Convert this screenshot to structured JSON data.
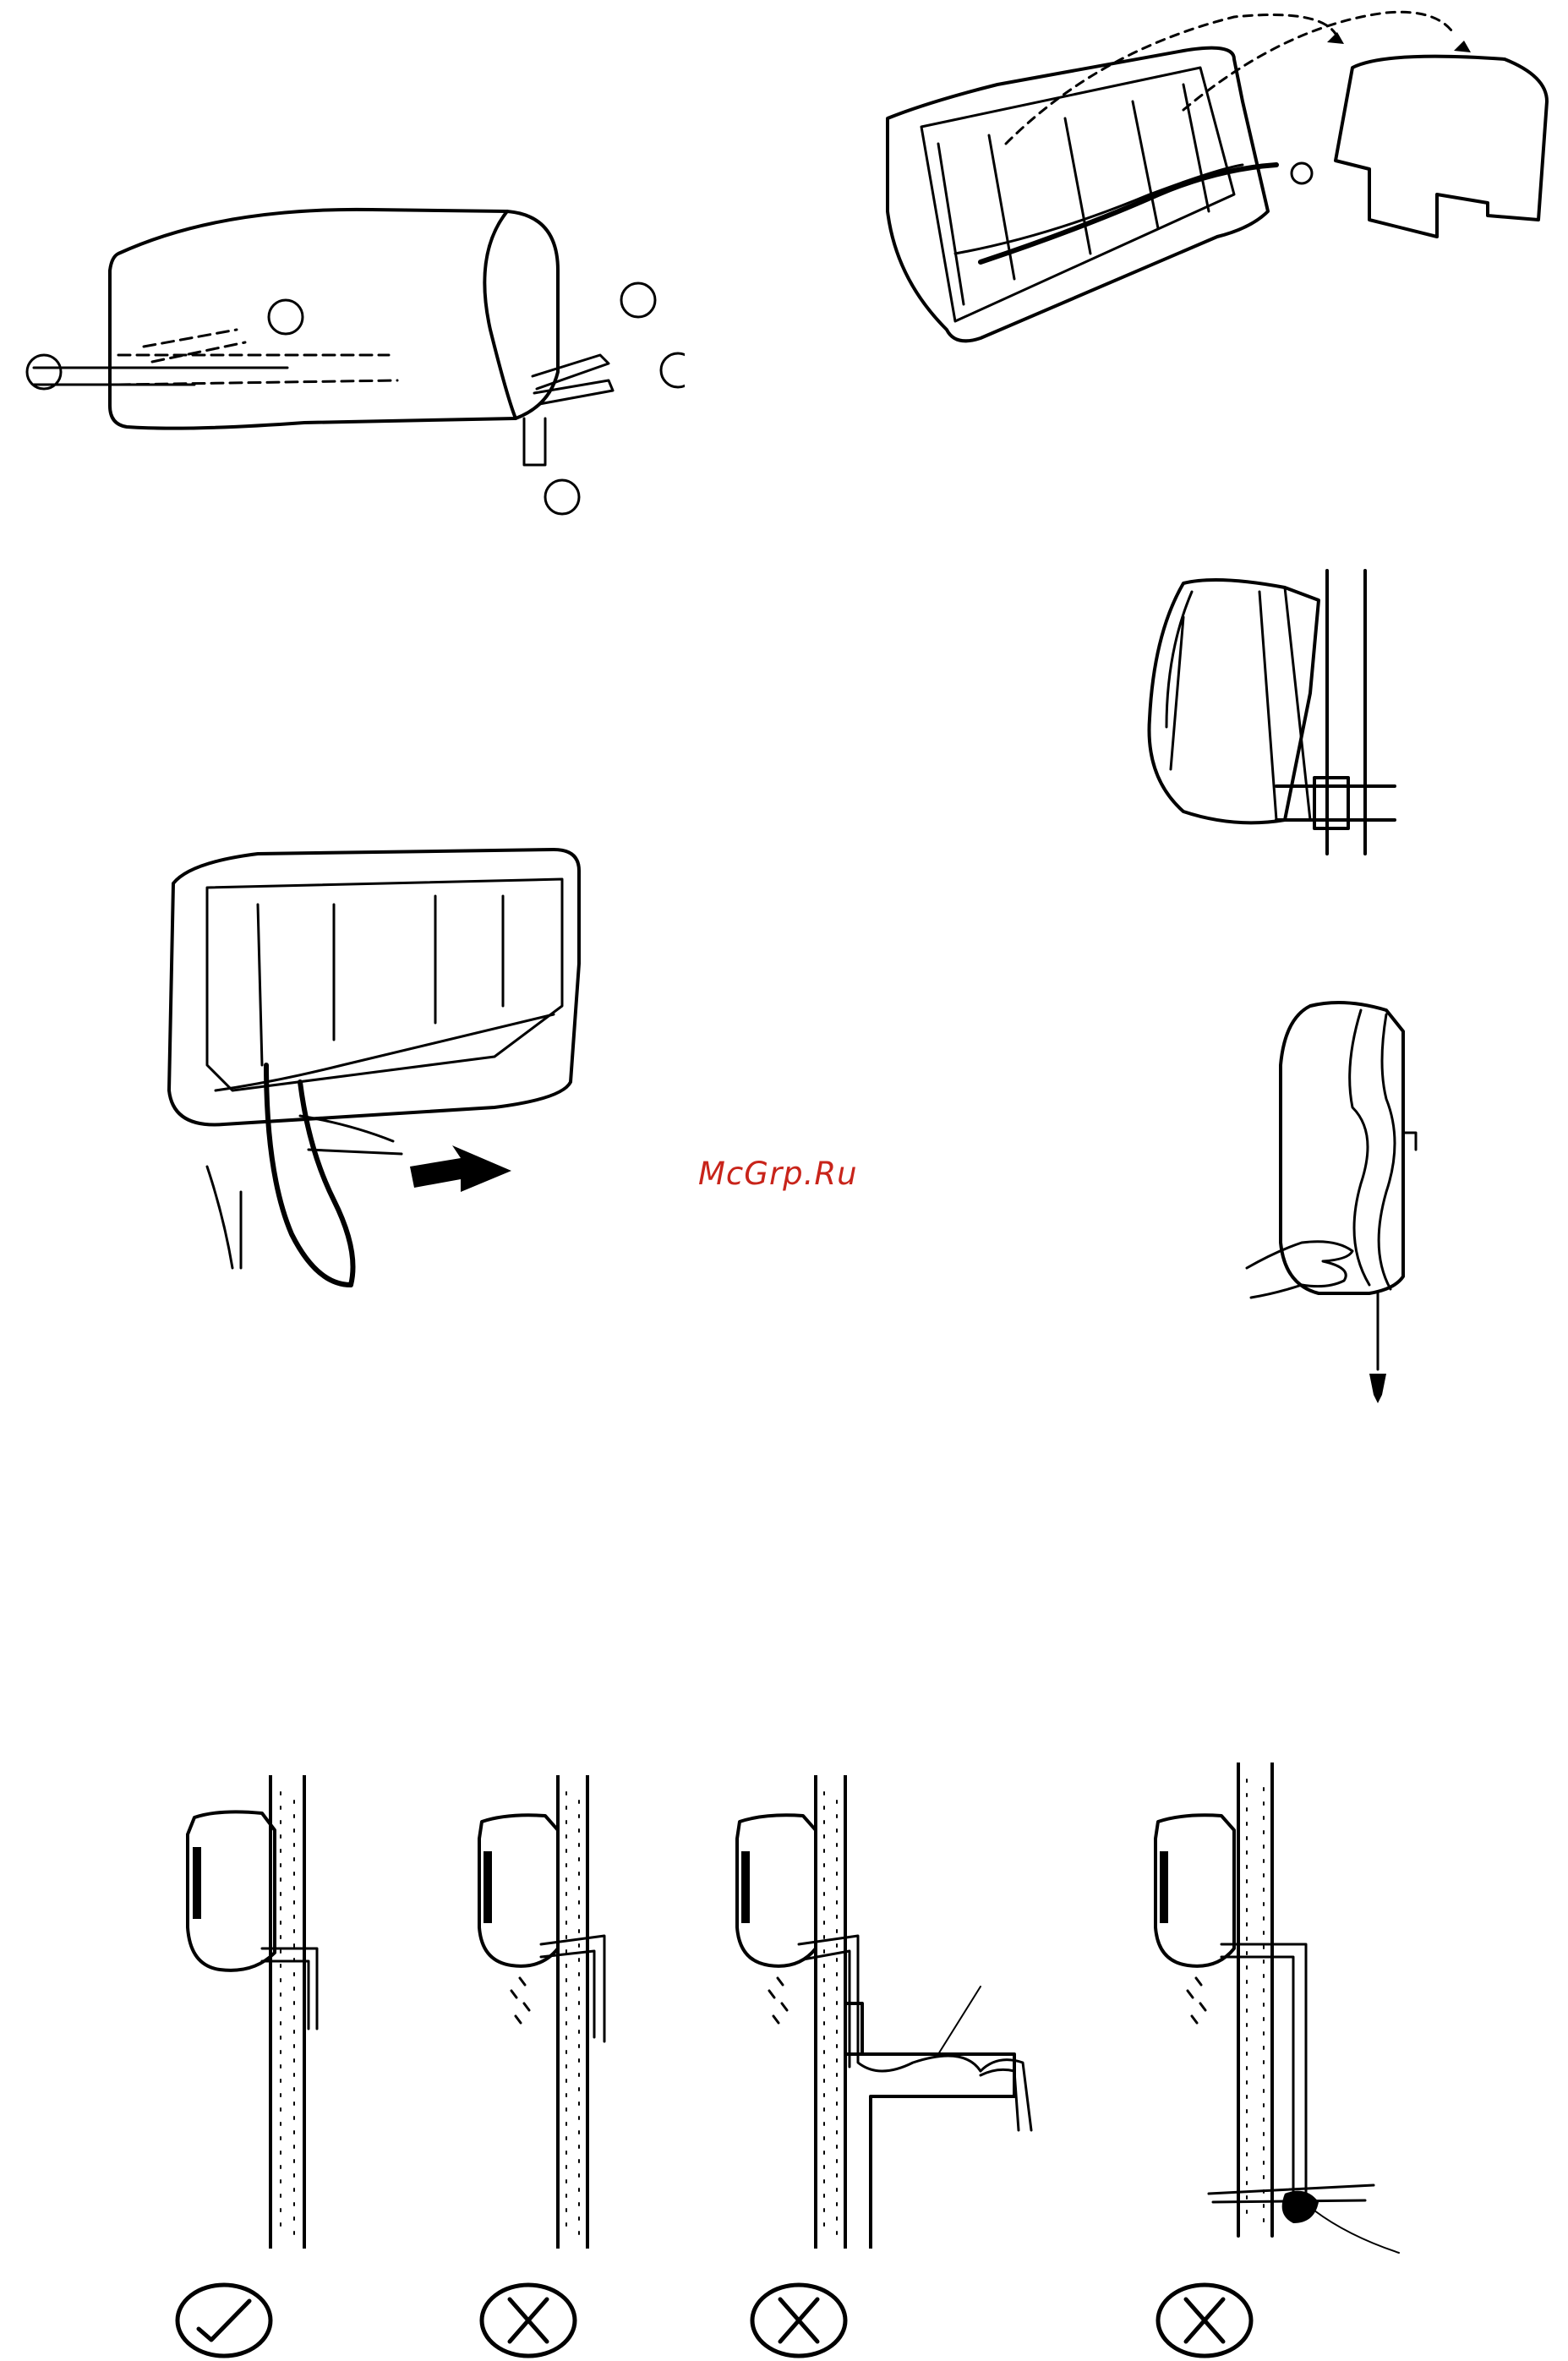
{
  "page": {
    "watermark": "McGrp.Ru"
  },
  "figures": {
    "fig1_unit_pipe_directions": {
      "icons": [
        "circle-marker",
        "circle-marker",
        "circle-marker",
        "circle-marker",
        "circle-marker"
      ]
    },
    "fig2_unit_hanging_on_plate": {
      "icons": [
        "mounting-plate",
        "pipe-arrow"
      ]
    },
    "fig3_unit_side_on_wall": {},
    "fig4_unit_back_pipe_pull": {
      "icons": [
        "arrow-right-icon"
      ]
    },
    "fig5_unit_side_screw": {
      "icons": [
        "hand-icon",
        "screw-icon"
      ]
    },
    "drain_checks": [
      {
        "result": "correct",
        "icon": "check-icon"
      },
      {
        "result": "wrong",
        "icon": "cross-icon"
      },
      {
        "result": "wrong",
        "icon": "cross-icon"
      },
      {
        "result": "wrong",
        "icon": "cross-icon"
      }
    ]
  }
}
